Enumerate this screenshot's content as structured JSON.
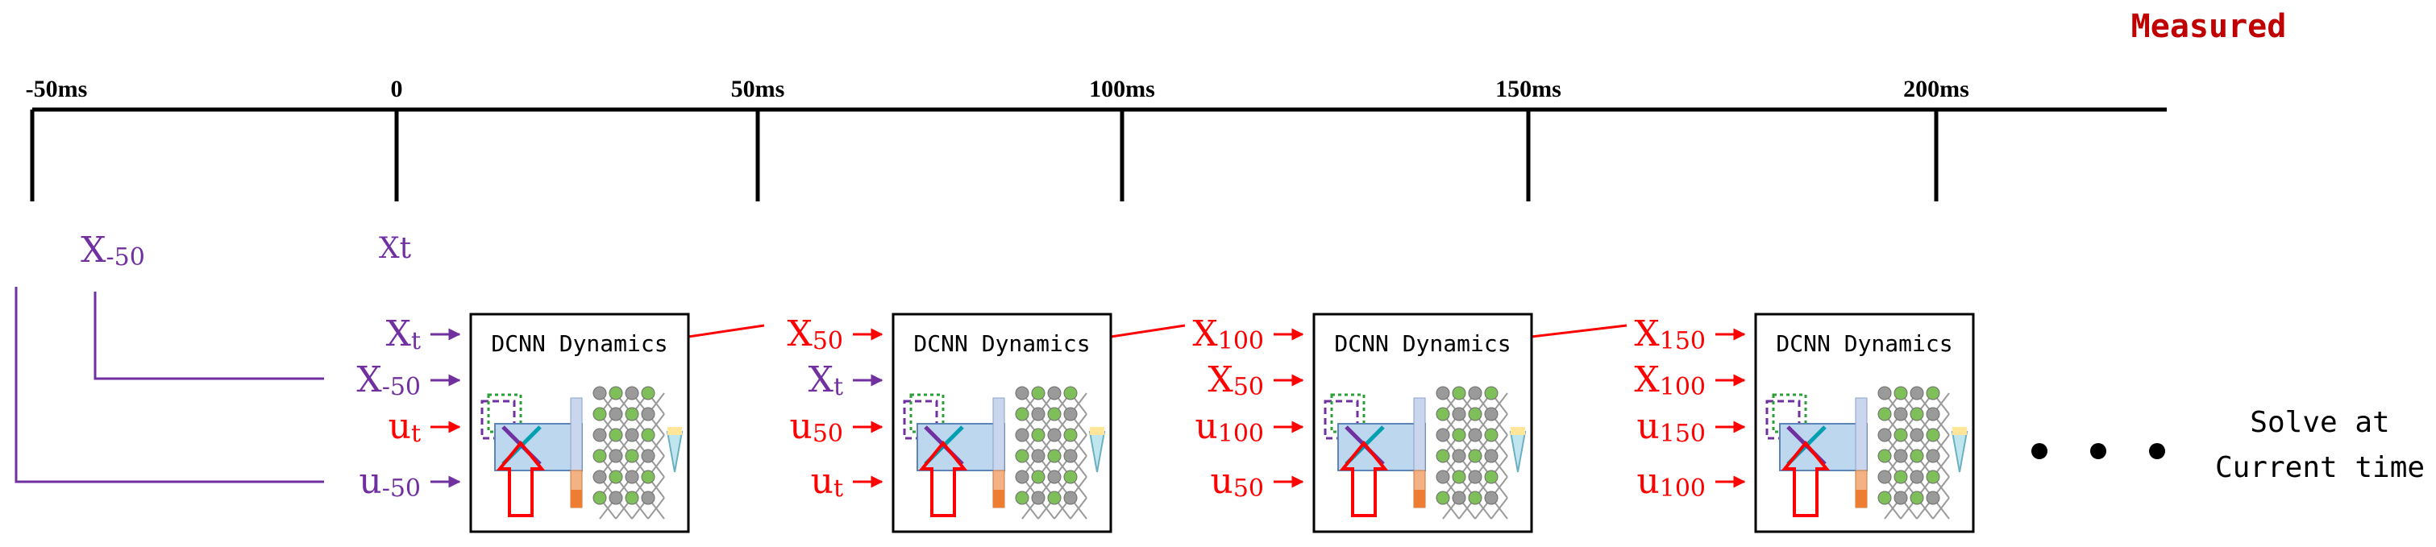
{
  "colors": {
    "purple": "#7030a0",
    "red": "#ff0000",
    "dark_red": "#c00000",
    "black": "#000000",
    "green": "#5f9e3a",
    "grey": "#808080"
  },
  "header": {
    "measured_label": "Measured"
  },
  "timeline": {
    "ticks": [
      "-50ms",
      "0",
      "50ms",
      "100ms",
      "150ms",
      "200ms"
    ]
  },
  "measured_states": [
    {
      "base": "X",
      "sub": "-50"
    },
    {
      "base": "X",
      "sub": "t"
    }
  ],
  "box_title": "DCNN Dynamics",
  "stages": [
    {
      "inputs": [
        {
          "base": "X",
          "sub": "t",
          "color": "purple"
        },
        {
          "base": "X",
          "sub": "-50",
          "color": "purple"
        },
        {
          "base": "u",
          "sub": "t",
          "color": "red"
        },
        {
          "base": "u",
          "sub": "-50",
          "color": "purple"
        }
      ]
    },
    {
      "inputs": [
        {
          "base": "X",
          "sub": "50",
          "color": "red"
        },
        {
          "base": "X",
          "sub": "t",
          "color": "purple"
        },
        {
          "base": "u",
          "sub": "50",
          "color": "red"
        },
        {
          "base": "u",
          "sub": "t",
          "color": "red"
        }
      ]
    },
    {
      "inputs": [
        {
          "base": "X",
          "sub": "100",
          "color": "red"
        },
        {
          "base": "X",
          "sub": "50",
          "color": "red"
        },
        {
          "base": "u",
          "sub": "100",
          "color": "red"
        },
        {
          "base": "u",
          "sub": "50",
          "color": "red"
        }
      ]
    },
    {
      "inputs": [
        {
          "base": "X",
          "sub": "150",
          "color": "red"
        },
        {
          "base": "X",
          "sub": "100",
          "color": "red"
        },
        {
          "base": "u",
          "sub": "150",
          "color": "red"
        },
        {
          "base": "u",
          "sub": "100",
          "color": "red"
        }
      ]
    }
  ],
  "ellipsis": "• • •",
  "solve_text": {
    "line1": "Solve at",
    "line2": "Current time"
  }
}
